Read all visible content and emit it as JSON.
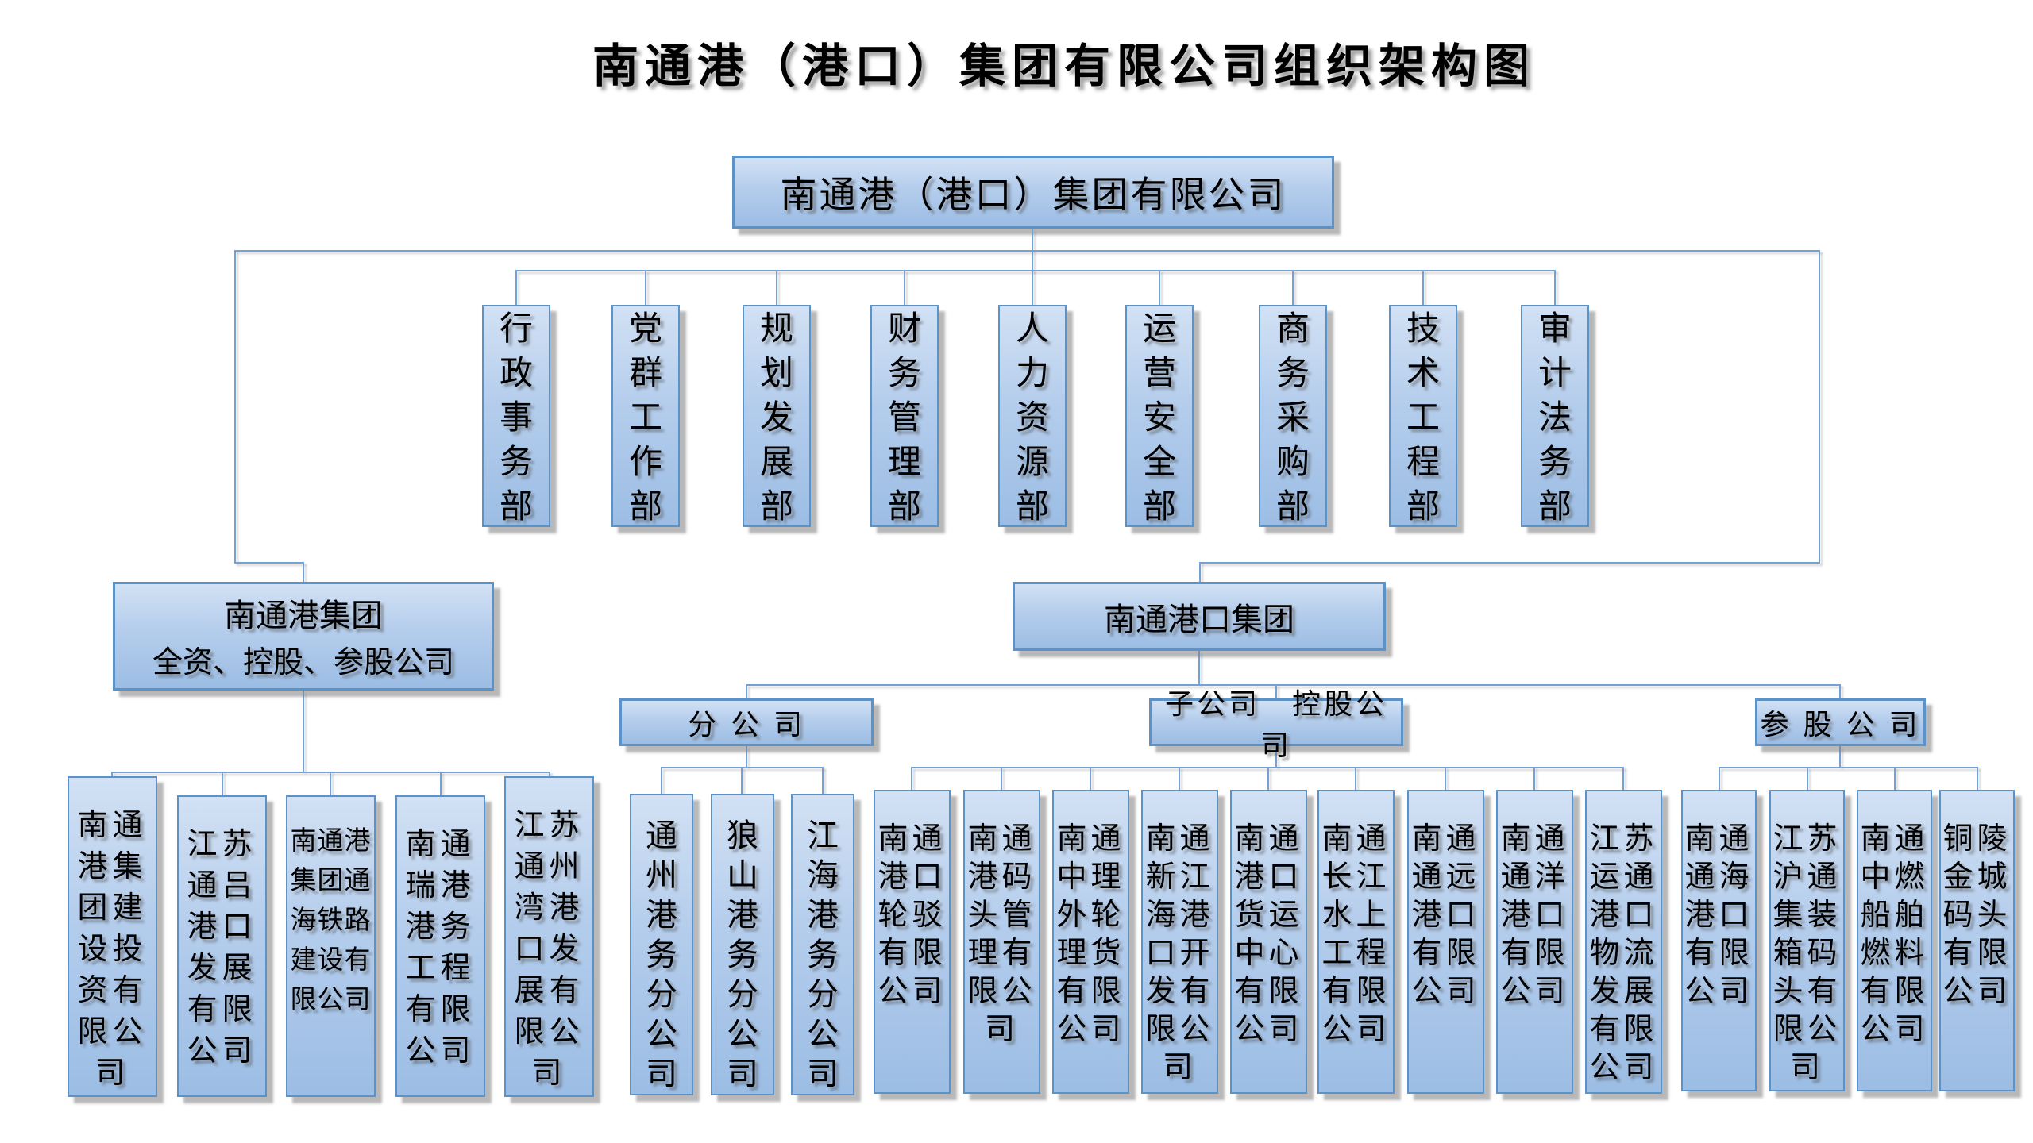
{
  "title": "南通港（港口）集团有限公司组织架构图",
  "root_company": "南通港（港口）集团有限公司",
  "departments": [
    "行政事务部",
    "党群工作部",
    "规划发展部",
    "财务管理部",
    "人力资源部",
    "运营安全部",
    "商务采购部",
    "技术工程部",
    "审计法务部"
  ],
  "left_branch": {
    "title_line1": "南通港集团",
    "title_line2": "全资、控股、参股公司",
    "companies": [
      "南通港集团建设投资有限公司",
      "江苏通吕港口发展有限公司",
      "南通港集团通海铁路建设有限公司",
      "南通瑞港港务工程有限公司",
      "江苏通州湾港口发展有限公司"
    ]
  },
  "right_branch": {
    "title": "南通港口集团",
    "branch_companies_label": "分 公 司",
    "branch_companies": [
      "通州港务分公司",
      "狼山港务分公司",
      "江海港务分公司"
    ],
    "subsidiaries_label": "子公司　控股公司",
    "subsidiaries": [
      "南通港口轮驳有限公司",
      "南通港码头管理有限公司",
      "南通中理外轮理货有限公司",
      "南通新江海港口开发有限公司",
      "南通港口货运中心有限公司",
      "南通长江水上工程有限公司",
      "南通通远港口有限公司",
      "南通通洋港口有限公司",
      "江苏运通港口物流发展有限公司"
    ],
    "affiliates_label": "参 股 公 司",
    "affiliates": [
      "南通通海港口有限公司",
      "江苏沪通集装箱码头有限公司",
      "南通中燃船舶燃料有限公司",
      "铜陵金城码头有限公司"
    ]
  },
  "colors": {
    "box_fill_top": "#d2e1f4",
    "box_fill_bottom": "#9cbde4",
    "box_border": "#5b92c8",
    "connector": "#75a1d6",
    "text": "#000000",
    "background": "#ffffff"
  }
}
